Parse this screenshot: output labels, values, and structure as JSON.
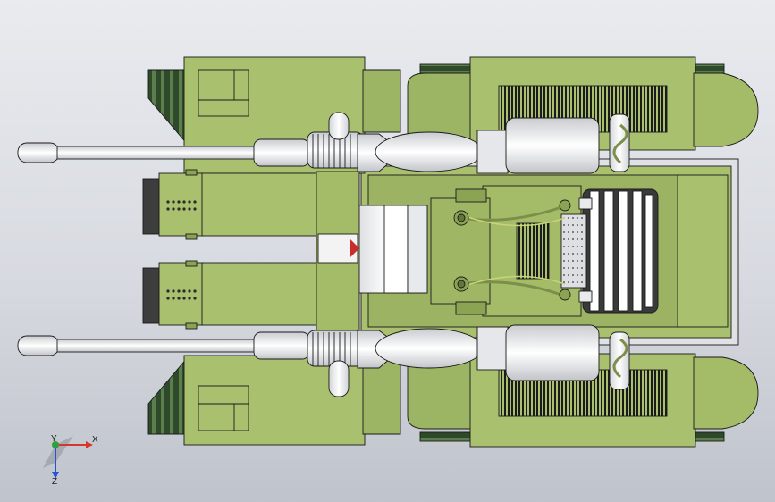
{
  "viewport": {
    "background_top": "#e9ebef",
    "background_bottom": "#bfc3cb"
  },
  "model": {
    "body_color": "#a9c06e",
    "body_shadow": "#8aa454",
    "track_color": "#3b5a35",
    "metal_color": "#f2f2f4",
    "outline_color": "#1a1a1a"
  },
  "triad": {
    "x_label": "X",
    "y_label": "Y",
    "z_label": "Z",
    "x_color": "#d6362b",
    "y_color": "#2ea043",
    "z_color": "#2b4fd6"
  }
}
